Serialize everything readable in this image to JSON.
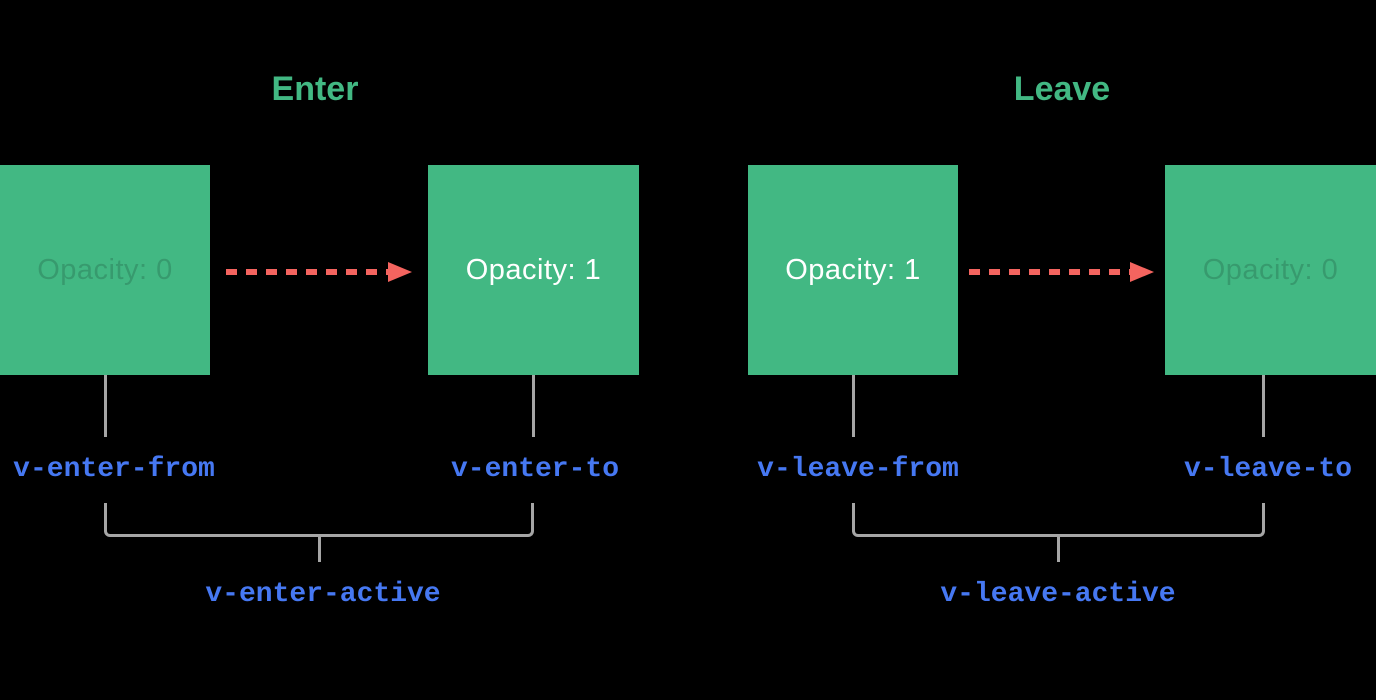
{
  "sections": [
    {
      "title": "Enter",
      "start_box_label": "Opacity: 0",
      "end_box_label": "Opacity: 1",
      "from_class": "v-enter-from",
      "to_class": "v-enter-to",
      "active_class": "v-enter-active"
    },
    {
      "title": "Leave",
      "start_box_label": "Opacity: 1",
      "end_box_label": "Opacity: 0",
      "from_class": "v-leave-from",
      "to_class": "v-leave-to",
      "active_class": "v-leave-active"
    }
  ],
  "colors": {
    "green": "#42b883",
    "red": "#f4645f",
    "blue": "#4678f2",
    "line": "#a6a6a6",
    "background": "#000000",
    "faded_text": "rgba(0,0,0,0.16)"
  }
}
